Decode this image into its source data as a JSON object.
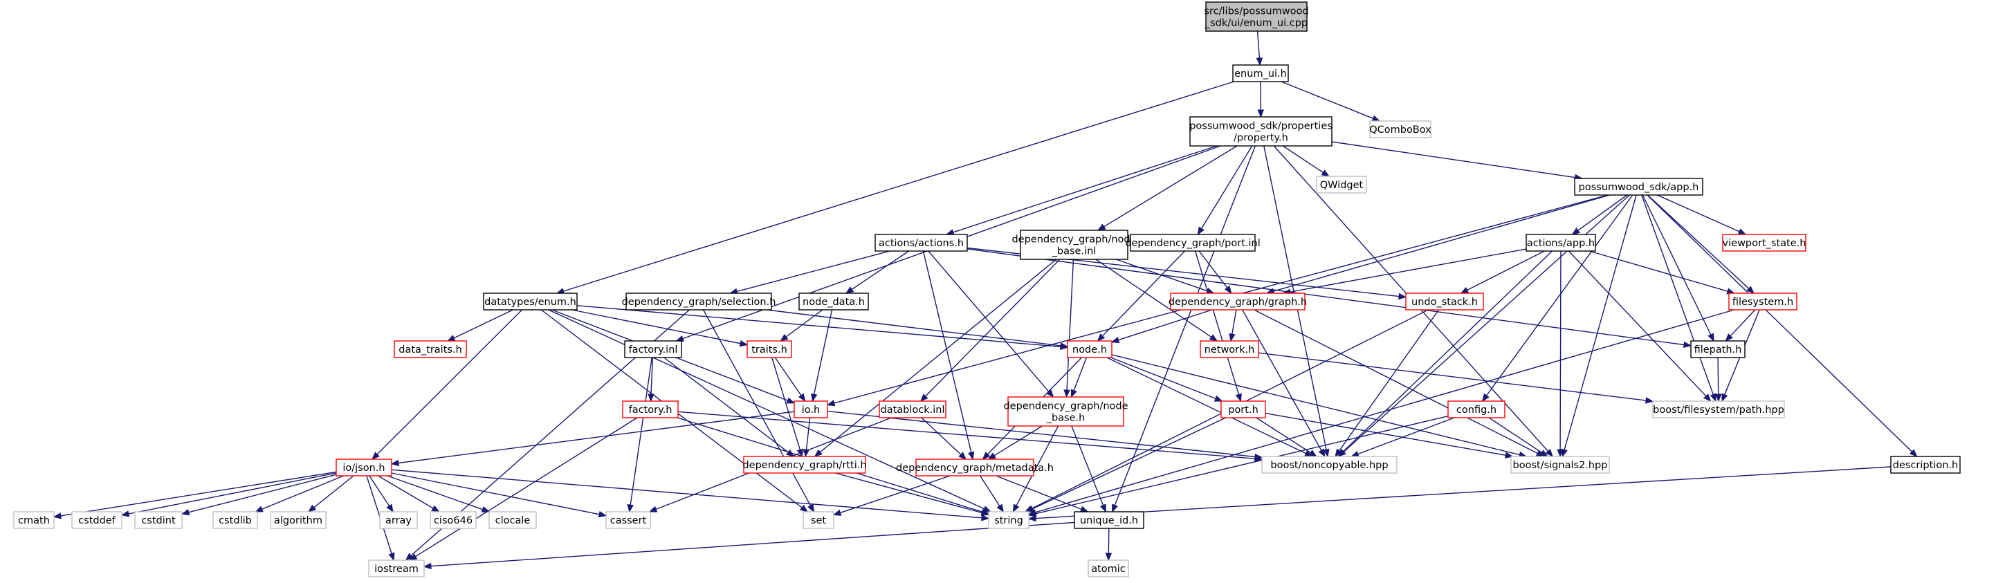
{
  "colors": {
    "edge": "#191970",
    "root_fill": "#bfbfbf",
    "doc_border": "#000000",
    "red_border": "#ff0000",
    "external_border": "#bfbfbf"
  },
  "nodes": [
    {
      "id": "root",
      "kind": "root",
      "lines": [
        "src/libs/possumwood",
        "_sdk/ui/enum_ui.cpp"
      ]
    },
    {
      "id": "enum_ui",
      "kind": "doc",
      "lines": [
        "enum_ui.h"
      ]
    },
    {
      "id": "qcombobox",
      "kind": "ext",
      "lines": [
        "QComboBox"
      ]
    },
    {
      "id": "property",
      "kind": "doc",
      "lines": [
        "possumwood_sdk/properties",
        "/property.h"
      ]
    },
    {
      "id": "qwidget",
      "kind": "ext",
      "lines": [
        "QWidget"
      ]
    },
    {
      "id": "app",
      "kind": "doc",
      "lines": [
        "possumwood_sdk/app.h"
      ]
    },
    {
      "id": "viewport_state",
      "kind": "red",
      "lines": [
        "viewport_state.h"
      ]
    },
    {
      "id": "actions_actions",
      "kind": "doc",
      "lines": [
        "actions/actions.h"
      ]
    },
    {
      "id": "node_base_inl",
      "kind": "doc",
      "lines": [
        "dependency_graph/node",
        "_base.inl"
      ]
    },
    {
      "id": "port_inl",
      "kind": "doc",
      "lines": [
        "dependency_graph/port.inl"
      ]
    },
    {
      "id": "actions_app",
      "kind": "doc",
      "lines": [
        "actions/app.h"
      ]
    },
    {
      "id": "datatypes_enum",
      "kind": "doc",
      "lines": [
        "datatypes/enum.h"
      ]
    },
    {
      "id": "selection",
      "kind": "doc",
      "lines": [
        "dependency_graph/selection.h"
      ]
    },
    {
      "id": "node_data",
      "kind": "doc",
      "lines": [
        "node_data.h"
      ]
    },
    {
      "id": "graph",
      "kind": "red",
      "lines": [
        "dependency_graph/graph.h"
      ]
    },
    {
      "id": "undo_stack",
      "kind": "red",
      "lines": [
        "undo_stack.h"
      ]
    },
    {
      "id": "filesystem",
      "kind": "red",
      "lines": [
        "filesystem.h"
      ]
    },
    {
      "id": "data_traits",
      "kind": "red",
      "lines": [
        "data_traits.h"
      ]
    },
    {
      "id": "factory_inl",
      "kind": "doc",
      "lines": [
        "factory.inl"
      ]
    },
    {
      "id": "traits",
      "kind": "red",
      "lines": [
        "traits.h"
      ]
    },
    {
      "id": "node_h",
      "kind": "red",
      "lines": [
        "node.h"
      ]
    },
    {
      "id": "network",
      "kind": "red",
      "lines": [
        "network.h"
      ]
    },
    {
      "id": "filepath",
      "kind": "doc",
      "lines": [
        "filepath.h"
      ]
    },
    {
      "id": "factory_h",
      "kind": "red",
      "lines": [
        "factory.h"
      ]
    },
    {
      "id": "io_h",
      "kind": "red",
      "lines": [
        "io.h"
      ]
    },
    {
      "id": "datablock",
      "kind": "red",
      "lines": [
        "datablock.inl"
      ]
    },
    {
      "id": "node_base_h",
      "kind": "red",
      "lines": [
        "dependency_graph/node",
        "_base.h"
      ]
    },
    {
      "id": "port_h",
      "kind": "red",
      "lines": [
        "port.h"
      ]
    },
    {
      "id": "config",
      "kind": "red",
      "lines": [
        "config.h"
      ]
    },
    {
      "id": "boost_path",
      "kind": "ext",
      "lines": [
        "boost/filesystem/path.hpp"
      ]
    },
    {
      "id": "io_json",
      "kind": "red",
      "lines": [
        "io/json.h"
      ]
    },
    {
      "id": "rtti",
      "kind": "red",
      "lines": [
        "dependency_graph/rtti.h"
      ]
    },
    {
      "id": "metadata",
      "kind": "red",
      "lines": [
        "dependency_graph/metadata.h"
      ]
    },
    {
      "id": "noncopyable",
      "kind": "ext",
      "lines": [
        "boost/noncopyable.hpp"
      ]
    },
    {
      "id": "signals2",
      "kind": "ext",
      "lines": [
        "boost/signals2.hpp"
      ]
    },
    {
      "id": "description",
      "kind": "doc",
      "lines": [
        "description.h"
      ]
    },
    {
      "id": "cmath",
      "kind": "ext",
      "lines": [
        "cmath"
      ]
    },
    {
      "id": "cstddef",
      "kind": "ext",
      "lines": [
        "cstddef"
      ]
    },
    {
      "id": "cstdint",
      "kind": "ext",
      "lines": [
        "cstdint"
      ]
    },
    {
      "id": "cstdlib",
      "kind": "ext",
      "lines": [
        "cstdlib"
      ]
    },
    {
      "id": "algorithm",
      "kind": "ext",
      "lines": [
        "algorithm"
      ]
    },
    {
      "id": "array",
      "kind": "ext",
      "lines": [
        "array"
      ]
    },
    {
      "id": "ciso646",
      "kind": "ext",
      "lines": [
        "ciso646"
      ]
    },
    {
      "id": "clocale",
      "kind": "ext",
      "lines": [
        "clocale"
      ]
    },
    {
      "id": "cassert",
      "kind": "ext",
      "lines": [
        "cassert"
      ]
    },
    {
      "id": "set",
      "kind": "ext",
      "lines": [
        "set"
      ]
    },
    {
      "id": "string",
      "kind": "ext",
      "lines": [
        "string"
      ]
    },
    {
      "id": "unique_id",
      "kind": "doc",
      "lines": [
        "unique_id.h"
      ]
    },
    {
      "id": "iostream",
      "kind": "ext",
      "lines": [
        "iostream"
      ]
    },
    {
      "id": "atomic",
      "kind": "ext",
      "lines": [
        "atomic"
      ]
    }
  ],
  "edges": [
    [
      "root",
      "enum_ui"
    ],
    [
      "enum_ui",
      "property"
    ],
    [
      "enum_ui",
      "qcombobox"
    ],
    [
      "enum_ui",
      "datatypes_enum"
    ],
    [
      "property",
      "qwidget"
    ],
    [
      "property",
      "app"
    ],
    [
      "property",
      "actions_actions"
    ],
    [
      "property",
      "node_base_inl"
    ],
    [
      "property",
      "port_inl"
    ],
    [
      "property",
      "factory_inl"
    ],
    [
      "property",
      "noncopyable"
    ],
    [
      "property",
      "signals2"
    ],
    [
      "property",
      "unique_id"
    ],
    [
      "app",
      "viewport_state"
    ],
    [
      "app",
      "actions_app"
    ],
    [
      "app",
      "graph"
    ],
    [
      "app",
      "filesystem"
    ],
    [
      "app",
      "filepath"
    ],
    [
      "app",
      "boost_path"
    ],
    [
      "app",
      "io_h"
    ],
    [
      "app",
      "noncopyable"
    ],
    [
      "app",
      "config"
    ],
    [
      "app",
      "description"
    ],
    [
      "app",
      "signals2"
    ],
    [
      "actions_actions",
      "selection"
    ],
    [
      "actions_actions",
      "node_data"
    ],
    [
      "actions_actions",
      "undo_stack"
    ],
    [
      "actions_actions",
      "filepath"
    ],
    [
      "actions_actions",
      "metadata"
    ],
    [
      "actions_actions",
      "node_base_h"
    ],
    [
      "node_base_inl",
      "graph"
    ],
    [
      "node_base_inl",
      "datablock"
    ],
    [
      "node_base_inl",
      "node_base_h"
    ],
    [
      "node_base_inl",
      "network"
    ],
    [
      "node_base_inl",
      "rtti"
    ],
    [
      "port_inl",
      "graph"
    ],
    [
      "port_inl",
      "node_h"
    ],
    [
      "port_inl",
      "port_h"
    ],
    [
      "actions_app",
      "graph"
    ],
    [
      "actions_app",
      "undo_stack"
    ],
    [
      "actions_app",
      "filesystem"
    ],
    [
      "actions_app",
      "boost_path"
    ],
    [
      "actions_app",
      "noncopyable"
    ],
    [
      "actions_app",
      "signals2"
    ],
    [
      "datatypes_enum",
      "data_traits"
    ],
    [
      "datatypes_enum",
      "traits"
    ],
    [
      "datatypes_enum",
      "io_json"
    ],
    [
      "datatypes_enum",
      "io_h"
    ],
    [
      "datatypes_enum",
      "string"
    ],
    [
      "datatypes_enum",
      "set"
    ],
    [
      "datatypes_enum",
      "node_h"
    ],
    [
      "selection",
      "node_h"
    ],
    [
      "selection",
      "set"
    ],
    [
      "selection",
      "iostream"
    ],
    [
      "node_data",
      "traits"
    ],
    [
      "node_data",
      "io_h"
    ],
    [
      "graph",
      "network"
    ],
    [
      "graph",
      "node_h"
    ],
    [
      "graph",
      "noncopyable"
    ],
    [
      "graph",
      "signals2"
    ],
    [
      "undo_stack",
      "noncopyable"
    ],
    [
      "undo_stack",
      "string"
    ],
    [
      "filesystem",
      "filepath"
    ],
    [
      "filesystem",
      "boost_path"
    ],
    [
      "filesystem",
      "string"
    ],
    [
      "factory_inl",
      "factory_h"
    ],
    [
      "factory_inl",
      "rtti"
    ],
    [
      "factory_inl",
      "cassert"
    ],
    [
      "traits",
      "io_h"
    ],
    [
      "traits",
      "rtti"
    ],
    [
      "node_h",
      "node_base_h"
    ],
    [
      "node_h",
      "port_h"
    ],
    [
      "node_h",
      "metadata"
    ],
    [
      "node_h",
      "noncopyable"
    ],
    [
      "node_h",
      "signals2"
    ],
    [
      "network",
      "boost_path"
    ],
    [
      "filepath",
      "boost_path"
    ],
    [
      "factory_h",
      "noncopyable"
    ],
    [
      "factory_h",
      "string"
    ],
    [
      "factory_h",
      "iostream"
    ],
    [
      "io_h",
      "io_json"
    ],
    [
      "io_h",
      "rtti"
    ],
    [
      "io_h",
      "noncopyable"
    ],
    [
      "datablock",
      "metadata"
    ],
    [
      "datablock",
      "cassert"
    ],
    [
      "node_base_h",
      "metadata"
    ],
    [
      "node_base_h",
      "unique_id"
    ],
    [
      "node_base_h",
      "string"
    ],
    [
      "port_h",
      "noncopyable"
    ],
    [
      "port_h",
      "signals2"
    ],
    [
      "port_h",
      "string"
    ],
    [
      "config",
      "noncopyable"
    ],
    [
      "config",
      "signals2"
    ],
    [
      "config",
      "string"
    ],
    [
      "io_json",
      "cmath"
    ],
    [
      "io_json",
      "cstddef"
    ],
    [
      "io_json",
      "cstdint"
    ],
    [
      "io_json",
      "cstdlib"
    ],
    [
      "io_json",
      "algorithm"
    ],
    [
      "io_json",
      "array"
    ],
    [
      "io_json",
      "ciso646"
    ],
    [
      "io_json",
      "clocale"
    ],
    [
      "io_json",
      "cassert"
    ],
    [
      "io_json",
      "string"
    ],
    [
      "io_json",
      "iostream"
    ],
    [
      "rtti",
      "string"
    ],
    [
      "metadata",
      "set"
    ],
    [
      "metadata",
      "string"
    ],
    [
      "metadata",
      "unique_id"
    ],
    [
      "description",
      "string"
    ],
    [
      "unique_id",
      "iostream"
    ],
    [
      "unique_id",
      "atomic"
    ]
  ]
}
